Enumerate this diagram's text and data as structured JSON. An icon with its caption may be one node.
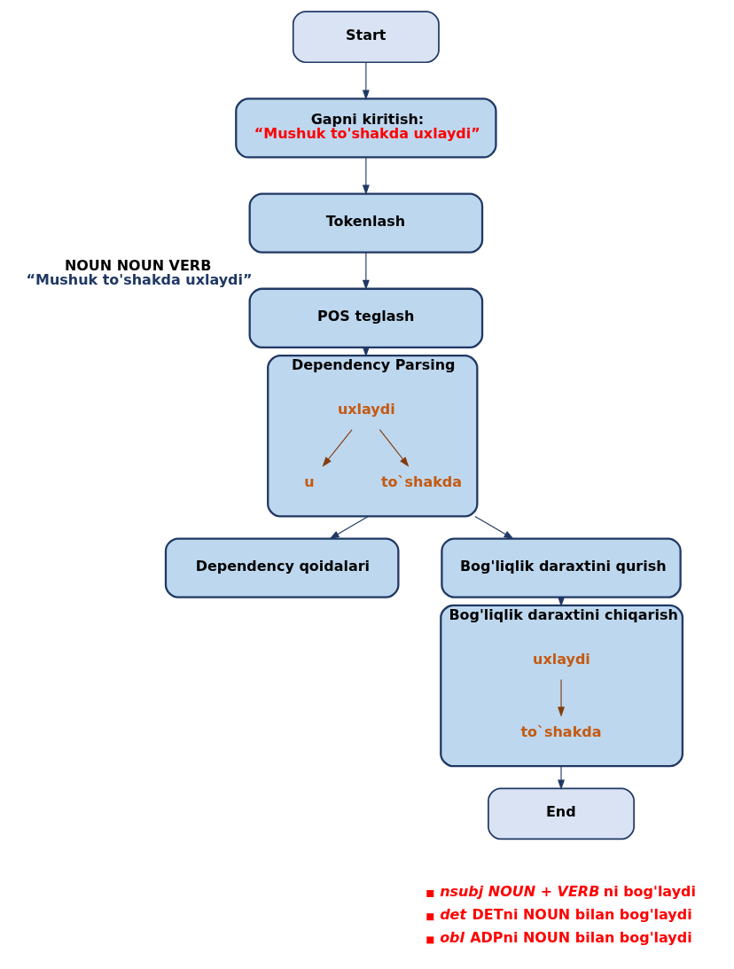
{
  "diagram": {
    "nodes": [
      {
        "text": [
          "Start"
        ]
      },
      {
        "text": [
          "Gapni kiritish:",
          "“Mushuk to'shakda uxlaydi”"
        ]
      },
      {
        "text": [
          "Tokenlash"
        ]
      },
      {
        "text": [
          "POS teglash"
        ],
        "beside": [
          "NOUN NOUN VERB",
          "“Mushuk to'shakda uxlaydi”"
        ]
      },
      {
        "text": [
          "Dependency Parsing"
        ]
      },
      {
        "text": [
          "uxlaydi"
        ],
        "in": 4
      },
      {
        "text": [
          "u"
        ],
        "in": 4
      },
      {
        "text": [
          "to`shakda"
        ],
        "in": 4
      },
      {
        "text": [
          "Dependency qoidalari"
        ]
      },
      {
        "text": [
          "Bog'liqlik daraxtini qurish"
        ]
      },
      {
        "text": [
          "Bog'liqlik daraxtini chiqarish"
        ]
      },
      {
        "text": [
          "uxlaydi"
        ],
        "in": 10
      },
      {
        "text": [
          "to`shakda"
        ],
        "in": 10
      },
      {
        "text": [
          "End"
        ]
      }
    ],
    "edges": [
      {
        "from": 0,
        "to": 1,
        "arrow": "to"
      },
      {
        "from": 1,
        "to": 2,
        "arrow": "to"
      },
      {
        "from": 2,
        "to": 3,
        "arrow": "to"
      },
      {
        "from": 3,
        "to": 4,
        "arrow": "to"
      },
      {
        "from": 5,
        "to": 6,
        "arrow": "to",
        "color": "#843c0c"
      },
      {
        "from": 5,
        "to": 7,
        "arrow": "to",
        "color": "#843c0c"
      },
      {
        "from": 4,
        "to": 8,
        "arrow": "to"
      },
      {
        "from": 4,
        "to": 9,
        "arrow": "to"
      },
      {
        "from": 9,
        "to": 10,
        "arrow": "to"
      },
      {
        "from": 11,
        "to": 12,
        "arrow": "to",
        "color": "#843c0c"
      },
      {
        "from": 10,
        "to": 13,
        "arrow": "to"
      }
    ],
    "labels": [
      "*nsubj NOUN + VERB* ni bog'laydi",
      "*det* DETni NOUN bilan bog'laydi",
      "*obl* ADPni NOUN bilan bog'laydi"
    ]
  }
}
